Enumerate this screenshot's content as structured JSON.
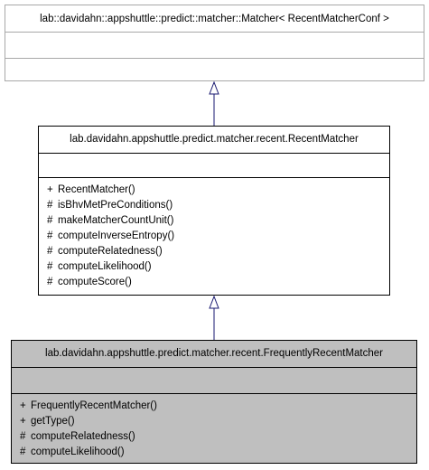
{
  "diagram": {
    "classes": [
      {
        "id": "matcher",
        "name": "lab::davidahn::appshuttle::predict::matcher::Matcher< RecentMatcherConf >",
        "attributes": [],
        "operations": []
      },
      {
        "id": "recent-matcher",
        "name": "lab.davidahn.appshuttle.predict.matcher.recent.RecentMatcher",
        "attributes": [],
        "operations": [
          {
            "visibility": "+",
            "name": "RecentMatcher()"
          },
          {
            "visibility": "#",
            "name": "isBhvMetPreConditions()"
          },
          {
            "visibility": "#",
            "name": "makeMatcherCountUnit()"
          },
          {
            "visibility": "#",
            "name": "computeInverseEntropy()"
          },
          {
            "visibility": "#",
            "name": "computeRelatedness()"
          },
          {
            "visibility": "#",
            "name": "computeLikelihood()"
          },
          {
            "visibility": "#",
            "name": "computeScore()"
          }
        ]
      },
      {
        "id": "frequently-recent-matcher",
        "name": "lab.davidahn.appshuttle.predict.matcher.recent.FrequentlyRecentMatcher",
        "attributes": [],
        "operations": [
          {
            "visibility": "+",
            "name": "FrequentlyRecentMatcher()"
          },
          {
            "visibility": "+",
            "name": "getType()"
          },
          {
            "visibility": "#",
            "name": "computeRelatedness()"
          },
          {
            "visibility": "#",
            "name": "computeLikelihood()"
          }
        ]
      }
    ],
    "relations": [
      {
        "from": "recent-matcher",
        "to": "matcher",
        "type": "inheritance"
      },
      {
        "from": "frequently-recent-matcher",
        "to": "recent-matcher",
        "type": "inheritance"
      }
    ],
    "colors": {
      "border": "#000000",
      "template_border": "#a8a8a8",
      "highlight_fill": "#bfbfbf",
      "arrow": "#191970"
    }
  }
}
